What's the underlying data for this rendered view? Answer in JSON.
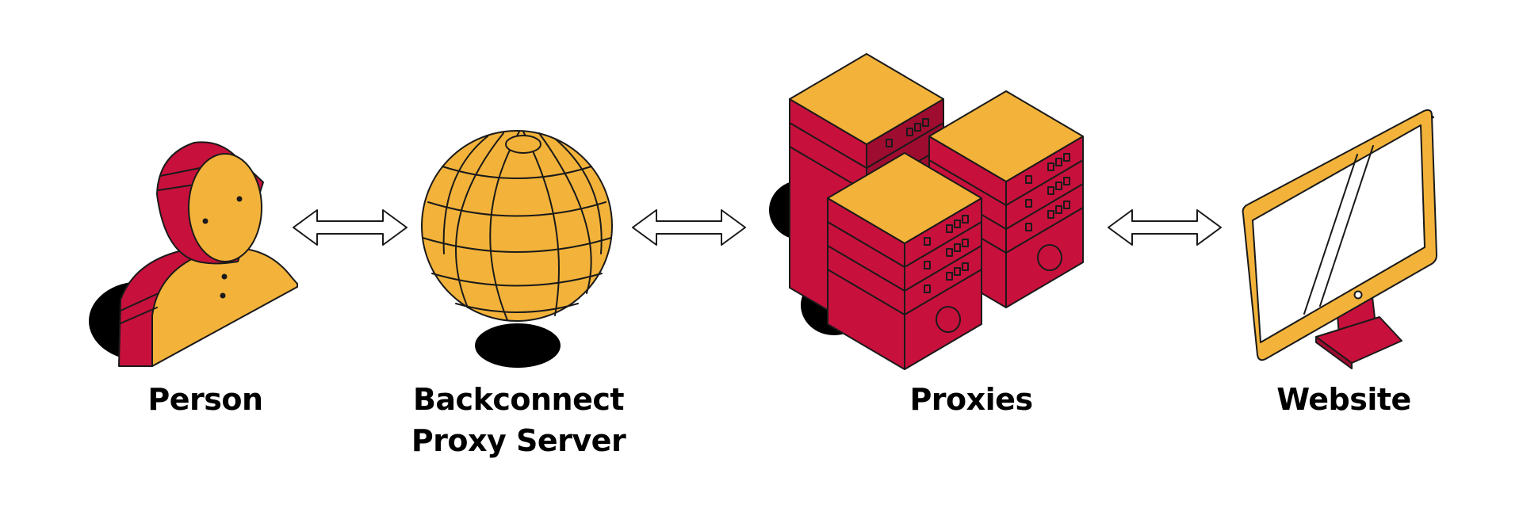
{
  "colors": {
    "yellow": "#F3B33A",
    "red": "#C8103C",
    "dark_red": "#9E0C30",
    "outline": "#1a1a1a",
    "shadow": "#000000"
  },
  "nodes": [
    {
      "id": "person",
      "label": "Person",
      "icon": "person-icon"
    },
    {
      "id": "backconnect",
      "label_line1": "Backconnect",
      "label_line2": "Proxy Server",
      "icon": "globe-icon"
    },
    {
      "id": "proxies",
      "label": "Proxies",
      "icon": "server-stack-icon"
    },
    {
      "id": "website",
      "label": "Website",
      "icon": "monitor-icon"
    }
  ],
  "connections": [
    {
      "from": "person",
      "to": "backconnect",
      "type": "bidirectional"
    },
    {
      "from": "backconnect",
      "to": "proxies",
      "type": "bidirectional"
    },
    {
      "from": "proxies",
      "to": "website",
      "type": "bidirectional"
    }
  ]
}
